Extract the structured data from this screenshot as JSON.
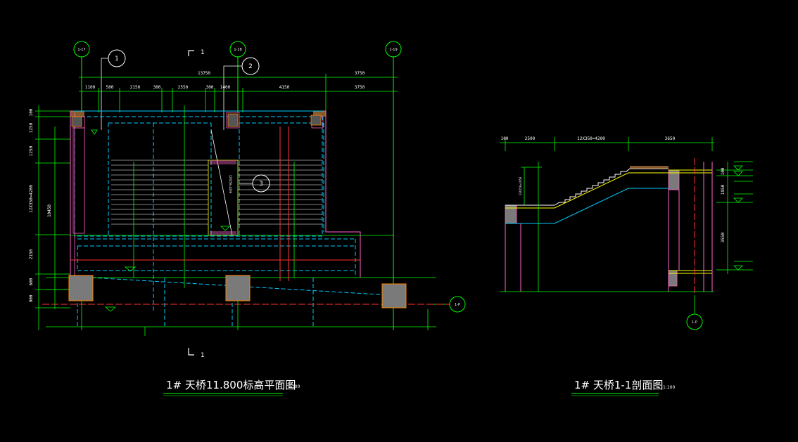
{
  "plan": {
    "title": "1# 天桥11.800标高平面图",
    "scale": "1:100",
    "section_mark": "1",
    "axes": {
      "a": "1-17",
      "b": "1-18",
      "c": "1-19",
      "row": "1-P"
    },
    "callouts": [
      "1",
      "2",
      "3"
    ],
    "dims_top_overall": [
      "13750",
      "3750"
    ],
    "dims_top_detail": [
      "1100",
      "500",
      "2150",
      "300",
      "2550",
      "300",
      "1400",
      "4150",
      "3750"
    ],
    "dims_left": [
      "100",
      "1250",
      "1250",
      "12X350=4200",
      "2150",
      "600",
      "900"
    ],
    "dim_inner": "10450",
    "dim_stair": "12X350=4200"
  },
  "section": {
    "title": "1# 天桥1-1剖面图",
    "scale": "1:100",
    "axis_row": "1-P",
    "dims_top": [
      "100",
      "2500",
      "12X350=4200",
      "3650"
    ],
    "dims_right": [
      "100",
      "1950",
      "3550"
    ],
    "dim_rise": "13X150=1950"
  }
}
